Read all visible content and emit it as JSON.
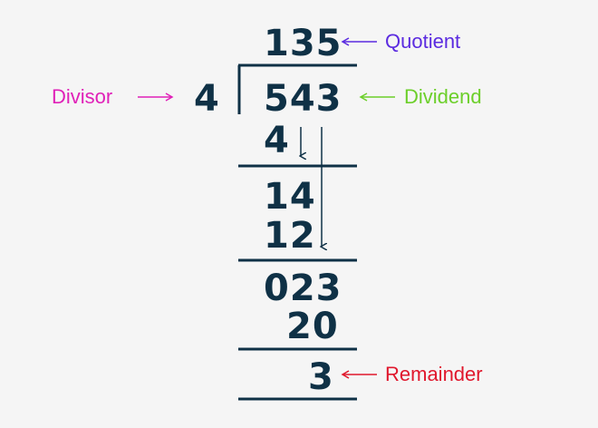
{
  "colors": {
    "background": "#f5f5f5",
    "digits": "#0f3146",
    "quotient": "#5b2be0",
    "divisor": "#e020b8",
    "dividend": "#6ccf2a",
    "remainder": "#e0182d"
  },
  "division": {
    "quotient": "135",
    "divisor": "4",
    "dividend": "543",
    "steps": [
      "4",
      "14",
      "12",
      "023",
      "20"
    ],
    "remainder": "3"
  },
  "labels": {
    "quotient": "Quotient",
    "divisor": "Divisor",
    "dividend": "Dividend",
    "remainder": "Remainder"
  },
  "icons": [
    "left-arrow-icon",
    "right-arrow-icon",
    "down-arrow-icon"
  ]
}
